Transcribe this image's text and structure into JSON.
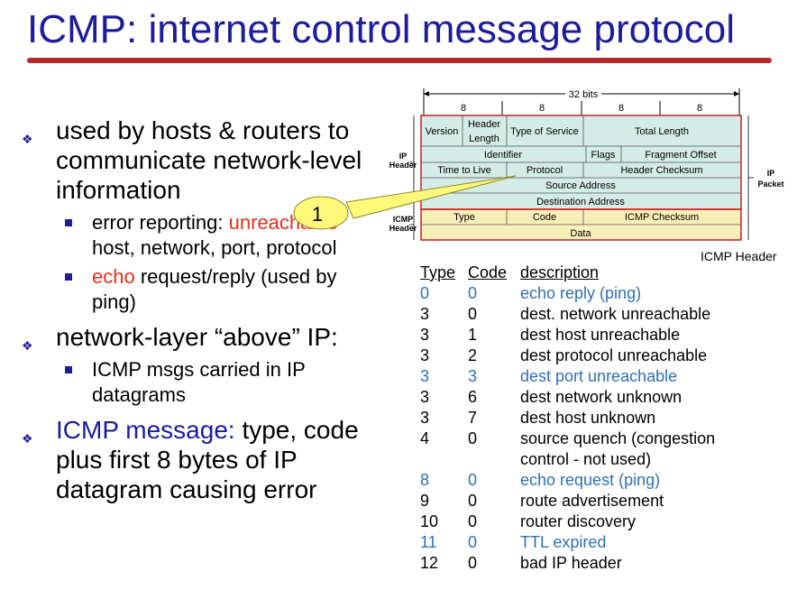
{
  "title": "ICMP: internet control message protocol",
  "bullets": {
    "b1_text": "used by hosts & routers to communicate network-level information",
    "b1_sub1_prefix": "error reporting:",
    "b1_sub1_red": "unreachable",
    "b1_sub1_suffix": "host, network, port, protocol",
    "b1_sub2_red": "echo",
    "b1_sub2_suffix": "request/reply (used by ping)",
    "b2_text": "network-layer “above” IP:",
    "b2_sub1": "ICMP msgs carried in IP datagrams",
    "b3_blue": "ICMP message:",
    "b3_rest": "type, code plus first 8 bytes of IP datagram causing error"
  },
  "diagram": {
    "width_label": "32 bits",
    "bit_labels": [
      "8",
      "8",
      "8",
      "8"
    ],
    "ip_header_label": [
      "IP",
      "Header"
    ],
    "icmp_header_label": [
      "ICMP",
      "Header"
    ],
    "ip_packet_label": [
      "IP",
      "Packet"
    ],
    "fields": {
      "version": "Version",
      "header_length": [
        "Header",
        "Length"
      ],
      "type_of_service": "Type of Service",
      "total_length": "Total Length",
      "identifier": "Identifier",
      "flags": "Flags",
      "fragment_offset": "Fragment Offset",
      "time_to_live": "Time to Live",
      "protocol": "Protocol",
      "header_checksum": "Header Checksum",
      "source_address": "Source Address",
      "destination_address": "Destination Address",
      "icmp_type": "Type",
      "icmp_code": "Code",
      "icmp_checksum": "ICMP Checksum",
      "data": "Data"
    },
    "callout": "1",
    "caption": "ICMP Header",
    "colors": {
      "ip": "#d4ece6",
      "icmp": "#f6efb8",
      "outline": "#c9302c",
      "callout": "#fff87a"
    }
  },
  "table": {
    "headers": [
      "Type",
      "Code",
      "description"
    ],
    "rows": [
      {
        "type": "0",
        "code": "0",
        "desc": "echo reply (ping)",
        "hl": true
      },
      {
        "type": "3",
        "code": "0",
        "desc": "dest. network unreachable",
        "hl": false
      },
      {
        "type": "3",
        "code": "1",
        "desc": "dest host unreachable",
        "hl": false
      },
      {
        "type": "3",
        "code": "2",
        "desc": "dest protocol unreachable",
        "hl": false
      },
      {
        "type": "3",
        "code": "3",
        "desc": "dest port unreachable",
        "hl": true
      },
      {
        "type": "3",
        "code": "6",
        "desc": "dest network unknown",
        "hl": false
      },
      {
        "type": "3",
        "code": "7",
        "desc": "dest host unknown",
        "hl": false
      },
      {
        "type": "4",
        "code": "0",
        "desc": "source quench (congestion",
        "hl": false
      },
      {
        "type": "",
        "code": "",
        "desc": "control - not used)",
        "hl": false
      },
      {
        "type": "8",
        "code": "0",
        "desc": "echo request (ping)",
        "hl": true
      },
      {
        "type": "9",
        "code": "0",
        "desc": "route advertisement",
        "hl": false
      },
      {
        "type": "10",
        "code": "0",
        "desc": "router discovery",
        "hl": false
      },
      {
        "type": "11",
        "code": "0",
        "desc": "TTL expired",
        "hl": true
      },
      {
        "type": "12",
        "code": "0",
        "desc": "bad IP header",
        "hl": false
      }
    ]
  }
}
